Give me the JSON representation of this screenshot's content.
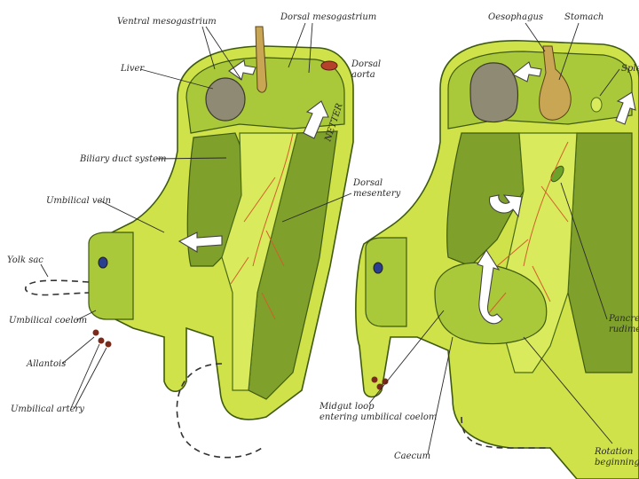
{
  "labels": {
    "ventral_mesogastrium": "Ventral mesogastrium",
    "dorsal_mesogastrium": "Dorsal mesogastrium",
    "liver": "Liver",
    "dorsal_aorta_1": "Dorsal",
    "dorsal_aorta_2": "aorta",
    "biliary_duct_system": "Biliary duct system",
    "umbilical_vein": "Umbilical vein",
    "dorsal_mesentery_1": "Dorsal",
    "dorsal_mesentery_2": "mesentery",
    "yolk_sac": "Yolk sac",
    "umbilical_coelom": "Umbilical coelom",
    "allantois": "Allantois",
    "umbilical_artery": "Umbilical artery",
    "oesophagus": "Oesophagus",
    "stomach": "Stomach",
    "spleen": "Sple",
    "pancreatic_1": "Pancrea",
    "pancreatic_2": "rudiment",
    "midgut_loop_1": "Midgut loop",
    "midgut_loop_2": "entering umbilical coelom",
    "caecum": "Caecum",
    "rotation_1": "Rotation",
    "rotation_2": "beginning",
    "signature": "NETTER"
  }
}
